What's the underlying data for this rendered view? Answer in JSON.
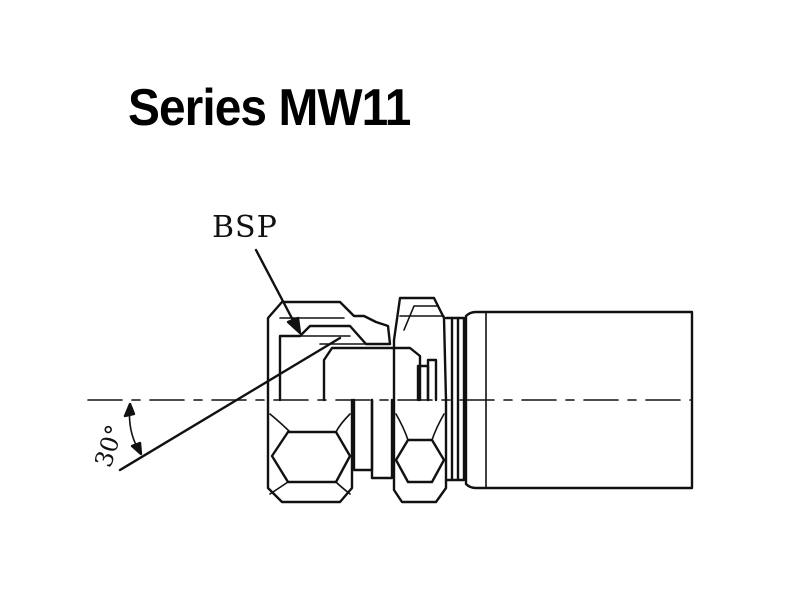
{
  "title": "Series MW11",
  "labels": {
    "thread": "BSP",
    "angle": "30°"
  }
}
